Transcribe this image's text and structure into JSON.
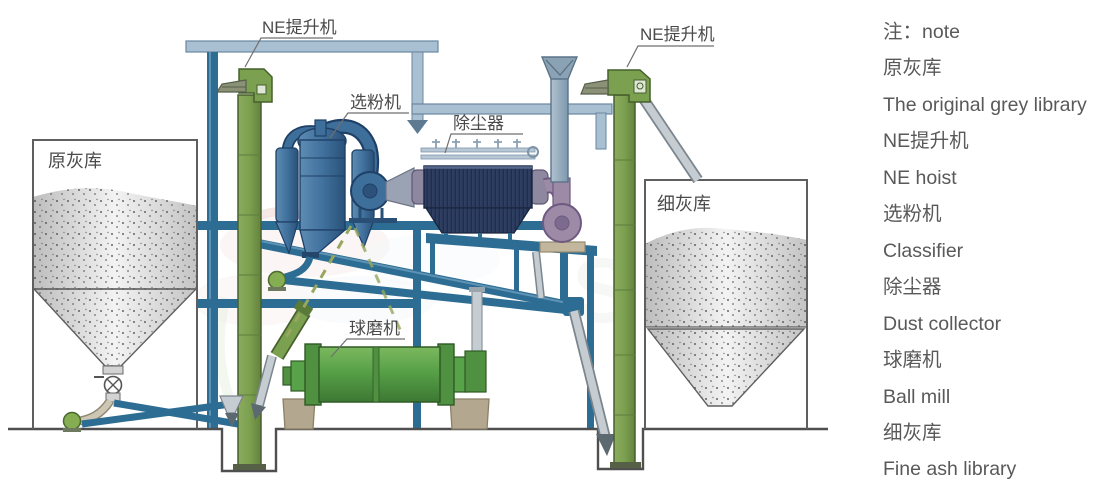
{
  "diagram": {
    "labels": {
      "ne_hoist_left": "NE提升机",
      "ne_hoist_right": "NE提升机",
      "classifier": "选粉机",
      "dust_collector": "除尘器",
      "ball_mill": "球磨机",
      "raw_ash_silo": "原灰库",
      "fine_ash_silo": "细灰库"
    },
    "colors": {
      "equipment_green": "#7ba04f",
      "mill_green": "#57a047",
      "pipe_blue": "#2d6d93",
      "beam_gray_blue": "#a9bfd2",
      "classifier_blue": "#3e6e9a",
      "collector_navy": "#2e3e62",
      "fan_purple": "#9d8aa6",
      "pedestal_tan": "#b3a88f"
    }
  },
  "legend": {
    "lines": [
      "注：note",
      "原灰库",
      "The original grey library",
      "NE提升机",
      "NE hoist",
      "选粉机",
      "Classifier",
      "除尘器",
      "Dust collector",
      "球磨机",
      "Ball mill",
      "细灰库",
      "Fine ash library"
    ]
  }
}
